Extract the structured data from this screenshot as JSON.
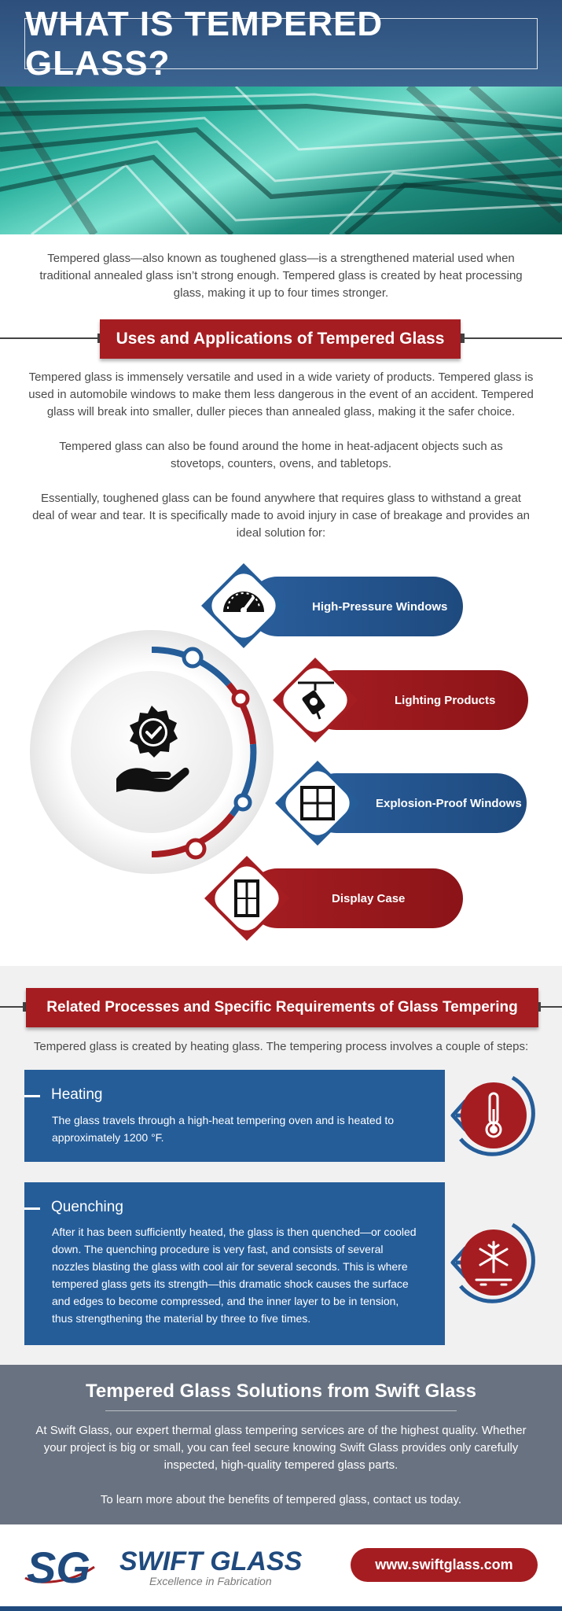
{
  "hero": {
    "title": "WHAT IS TEMPERED GLASS?"
  },
  "intro": {
    "text": "Tempered glass—also known as toughened glass—is a strengthened material used when traditional annealed glass isn’t strong enough. Tempered glass is created by heat processing glass, making it up to four times stronger."
  },
  "uses": {
    "heading": "Uses and Applications of Tempered Glass",
    "p1": "Tempered glass is immensely versatile and used in a wide variety of products. Tempered glass is used in automobile windows to make them less dangerous in the event of an accident. Tempered glass will break into smaller, duller pieces than annealed glass, making it the safer choice.",
    "p2": "Tempered glass can also be found around the home in heat-adjacent objects such as stovetops, counters, ovens, and tabletops.",
    "p3": "Essentially, toughened glass can be found anywhere that requires glass to withstand a great deal of wear and tear. It is specifically made to avoid injury in case of breakage and provides an ideal solution for:",
    "items": [
      {
        "label": "High-Pressure Windows",
        "icon": "gauge-icon",
        "color": "#255d99"
      },
      {
        "label": "Lighting Products",
        "icon": "spotlight-icon",
        "color": "#a51d21"
      },
      {
        "label": "Explosion-Proof Windows",
        "icon": "window-icon",
        "color": "#255d99"
      },
      {
        "label": "Display Case",
        "icon": "display-case-icon",
        "color": "#a51d21"
      }
    ],
    "center_icon": "hand-badge-check-icon"
  },
  "process": {
    "heading": "Related Processes and Specific Requirements of Glass Tempering",
    "intro": "Tempered glass is created by heating glass. The tempering process involves a couple of steps:",
    "steps": [
      {
        "title": "Heating",
        "body": "The glass travels through a high-heat tempering oven and is heated to approximately 1200 °F.",
        "icon": "thermometer-icon"
      },
      {
        "title": "Quenching",
        "body": "After it has been sufficiently heated, the glass is then quenched—or cooled down. The quenching procedure is very fast, and consists of several nozzles blasting the glass with cool air for several seconds. This is where tempered glass gets its strength—this dramatic shock causes the surface and edges to become compressed, and the inner layer to be in tension, thus strengthening the material by three to five times.",
        "icon": "snowflake-icon"
      }
    ]
  },
  "solutions": {
    "title": "Tempered Glass Solutions from Swift Glass",
    "p1": "At Swift Glass, our expert thermal glass tempering services are of the highest quality. Whether your project is big or small, you can feel secure knowing Swift Glass provides only carefully inspected, high-quality tempered glass parts.",
    "p2": "To learn more about the benefits of tempered glass, contact us today."
  },
  "footer": {
    "logo_mark": "SG",
    "logo_name": "SWIFT GLASS",
    "tagline": "Excellence in Fabrication",
    "url": "www.swiftglass.com"
  },
  "colors": {
    "brand_blue": "#255d99",
    "brand_red": "#a51d21",
    "footer_grey": "#697280"
  }
}
